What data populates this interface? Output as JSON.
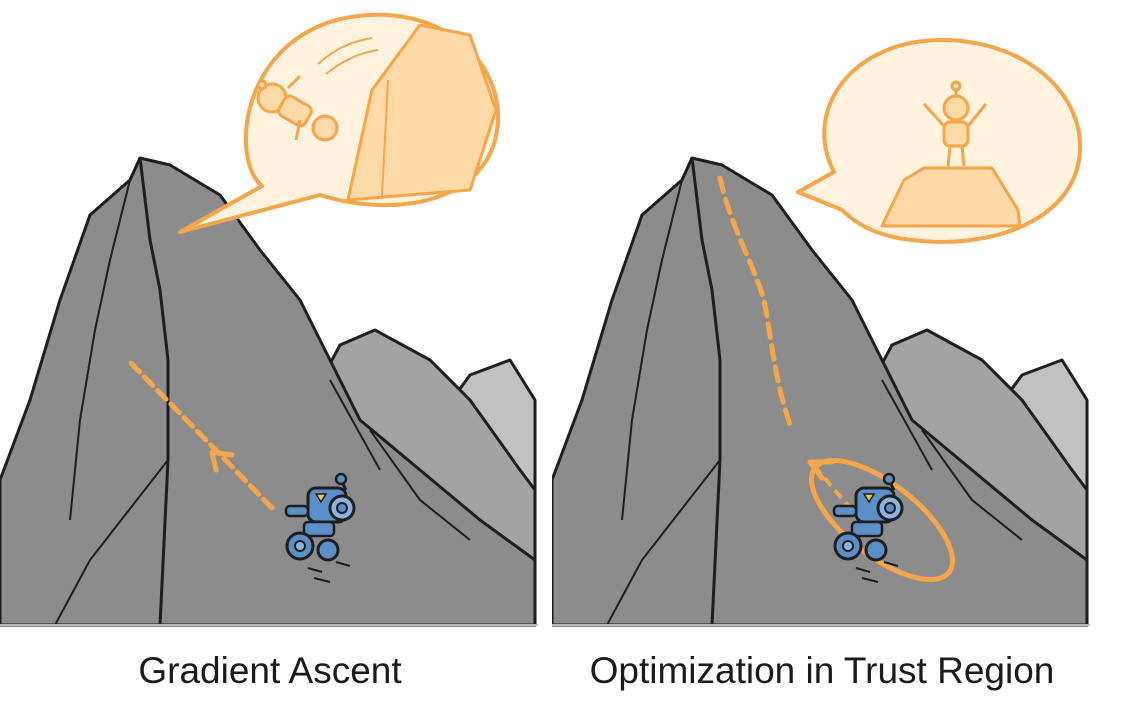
{
  "panels": [
    {
      "caption": "Gradient Ascent"
    },
    {
      "caption": "Optimization in Trust Region"
    }
  ],
  "colors": {
    "rock_front": "#8c8c8c",
    "rock_mid": "#a3a3a3",
    "rock_back": "#c3c1bf",
    "outline": "#1e1e1e",
    "accent_orange": "#f5a54a",
    "bubble_fill": "#fff2de",
    "robot_blue": "#5b8fc8"
  },
  "icons": [
    "mountain",
    "speech-bubble",
    "robot",
    "falling-robot-icon",
    "celebrating-robot-icon",
    "dashed-path-arrow",
    "trust-region-ellipse"
  ]
}
